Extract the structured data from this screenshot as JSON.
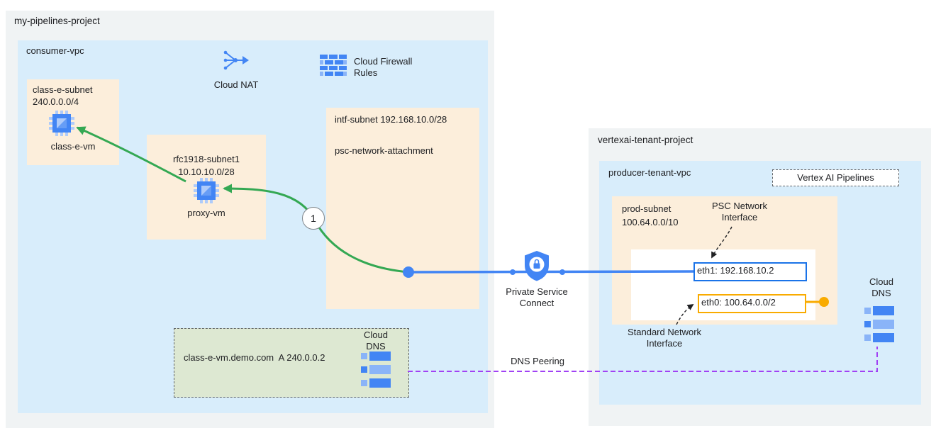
{
  "consumer_project": {
    "title": "my-pipelines-project",
    "vpc_title": "consumer-vpc",
    "class_e_subnet": {
      "name": "class-e-subnet",
      "cidr": "240.0.0.0/4",
      "vm_label": "class-e-vm"
    },
    "cloud_nat_label": "Cloud NAT",
    "firewall_label": "Cloud Firewall\nRules",
    "rfc1918_subnet": {
      "name": "rfc1918-subnet1",
      "cidr": "10.10.10.0/28",
      "vm_label": "proxy-vm"
    },
    "intf_subnet": {
      "name": "intf-subnet 192.168.10.0/28",
      "attachment_label": "psc-network-attachment"
    },
    "step_marker": "1",
    "dns_zone": {
      "record": "class-e-vm.demo.com  A 240.0.0.2",
      "dns_label": "Cloud\nDNS"
    }
  },
  "connections": {
    "psc_label": "Private Service\nConnect",
    "dns_peering_label": "DNS Peering"
  },
  "producer_project": {
    "title": "vertexai-tenant-project",
    "vpc_title": "producer-tenant-vpc",
    "pipelines_badge": "Vertex AI Pipelines",
    "prod_subnet": {
      "name": "prod-subnet",
      "cidr": "100.64.0.0/10",
      "eth1_label": "eth1: 192.168.10.2",
      "eth0_label": "eth0: 100.64.0.0/2"
    },
    "psc_nic_label": "PSC Network\nInterface",
    "standard_nic_label": "Standard Network\nInterface",
    "dns_label": "Cloud\nDNS"
  },
  "colors": {
    "project_background": "#f0f3f4",
    "vpc_background": "#d8edfb",
    "subnet_background": "#fceedb",
    "dns_zone_background": "#dde8d2",
    "connection_blue": "#4285f4",
    "route_green": "#34a853",
    "dns_peering_purple": "#a142f4",
    "eth0_orange": "#f9ab00",
    "eth1_blue": "#1a73e8"
  }
}
